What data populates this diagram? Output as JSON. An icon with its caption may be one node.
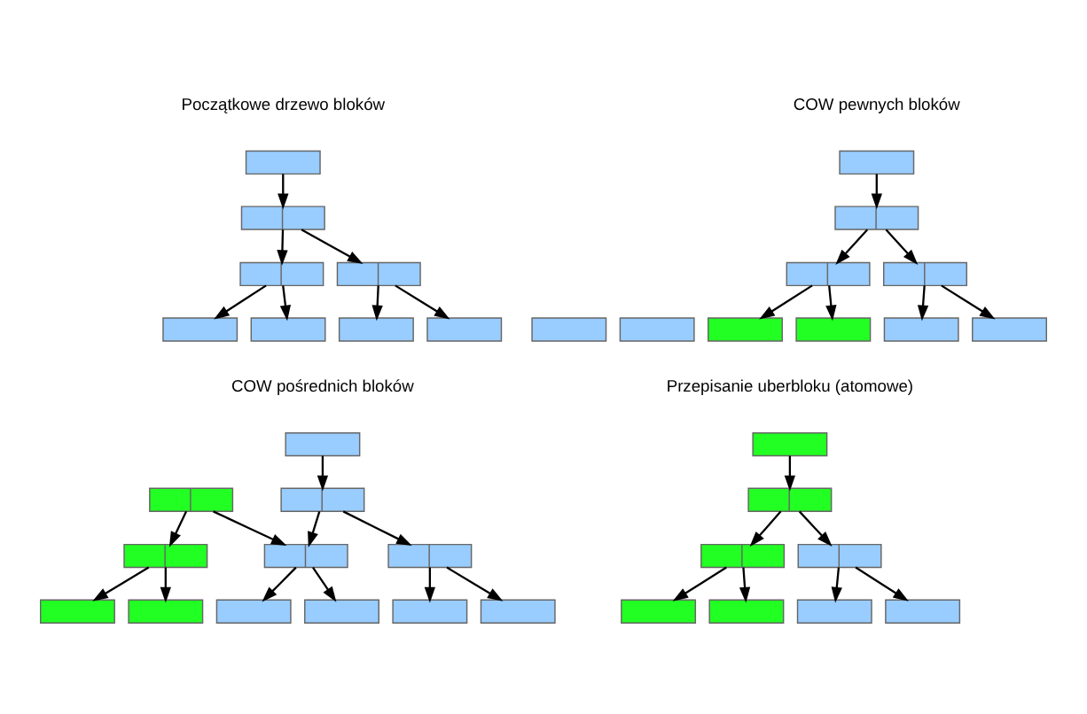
{
  "diagram": {
    "nodes": [
      {
        "text": [],
        "shape": "box"
      },
      {
        "text": [],
        "shape": "box"
      },
      {
        "text": [],
        "shape": "box"
      },
      {
        "text": [],
        "shape": "box"
      },
      {
        "text": [],
        "shape": "box"
      },
      {
        "text": [],
        "shape": "box"
      },
      {
        "text": [],
        "shape": "box"
      },
      {
        "text": [],
        "shape": "box"
      },
      {
        "text": [],
        "shape": "box"
      },
      {
        "text": [],
        "shape": "box"
      },
      {
        "text": [],
        "shape": "box"
      },
      {
        "text": [],
        "shape": "box"
      },
      {
        "text": [],
        "shape": "box"
      },
      {
        "text": [],
        "shape": "box"
      },
      {
        "text": [],
        "shape": "box"
      },
      {
        "text": [],
        "shape": "box"
      },
      {
        "text": [],
        "shape": "box"
      },
      {
        "text": [],
        "shape": "box"
      },
      {
        "text": [],
        "shape": "box"
      },
      {
        "text": [],
        "shape": "box"
      },
      {
        "text": [],
        "shape": "box"
      },
      {
        "text": [],
        "shape": "box"
      },
      {
        "text": [],
        "shape": "box"
      },
      {
        "text": [],
        "shape": "box"
      },
      {
        "text": [],
        "shape": "box"
      },
      {
        "text": [],
        "shape": "box"
      },
      {
        "text": [],
        "shape": "box"
      },
      {
        "text": [],
        "shape": "box"
      },
      {
        "text": [],
        "shape": "box"
      },
      {
        "text": [],
        "shape": "box"
      },
      {
        "text": [],
        "shape": "box"
      },
      {
        "text": [],
        "shape": "box"
      },
      {
        "text": [],
        "shape": "box"
      },
      {
        "text": [],
        "shape": "box"
      },
      {
        "text": [],
        "shape": "box"
      },
      {
        "text": [],
        "shape": "box"
      },
      {
        "text": [],
        "shape": "box"
      },
      {
        "text": [],
        "shape": "box"
      }
    ],
    "edges": [
      {
        "from": 0,
        "to": 1,
        "arrow": "to"
      },
      {
        "from": 1,
        "to": 2,
        "arrow": "to"
      },
      {
        "from": 1,
        "to": 3,
        "arrow": "to"
      },
      {
        "from": 2,
        "to": 4,
        "arrow": "to"
      },
      {
        "from": 2,
        "to": 5,
        "arrow": "to"
      },
      {
        "from": 3,
        "to": 6,
        "arrow": "to"
      },
      {
        "from": 3,
        "to": 7,
        "arrow": "to"
      },
      {
        "from": 8,
        "to": 9,
        "arrow": "to"
      },
      {
        "from": 9,
        "to": 10,
        "arrow": "to"
      },
      {
        "from": 9,
        "to": 11,
        "arrow": "to"
      },
      {
        "from": 10,
        "to": 16,
        "arrow": "to"
      },
      {
        "from": 10,
        "to": 17,
        "arrow": "to"
      },
      {
        "from": 11,
        "to": 14,
        "arrow": "to"
      },
      {
        "from": 11,
        "to": 15,
        "arrow": "to"
      },
      {
        "from": 18,
        "to": 19,
        "arrow": "to"
      },
      {
        "from": 19,
        "to": 21,
        "arrow": "to"
      },
      {
        "from": 19,
        "to": 23,
        "arrow": "to"
      },
      {
        "from": 20,
        "to": 22,
        "arrow": "to"
      },
      {
        "from": 20,
        "to": 23,
        "arrow": "to"
      },
      {
        "from": 21,
        "to": 24,
        "arrow": "to"
      },
      {
        "from": 21,
        "to": 25,
        "arrow": "to"
      },
      {
        "from": 22,
        "to": 28,
        "arrow": "to"
      },
      {
        "from": 22,
        "to": 29,
        "arrow": "to"
      },
      {
        "from": 23,
        "to": 26,
        "arrow": "to"
      },
      {
        "from": 23,
        "to": 27,
        "arrow": "to"
      },
      {
        "from": 30,
        "to": 31,
        "arrow": "to"
      },
      {
        "from": 31,
        "to": 32,
        "arrow": "to"
      },
      {
        "from": 31,
        "to": 33,
        "arrow": "to"
      },
      {
        "from": 32,
        "to": 34,
        "arrow": "to"
      },
      {
        "from": 32,
        "to": 35,
        "arrow": "to"
      },
      {
        "from": 33,
        "to": 36,
        "arrow": "to"
      },
      {
        "from": 33,
        "to": 37,
        "arrow": "to"
      }
    ],
    "labels": [
      "Początkowe drzewo bloków",
      "COW pewnych bloków",
      "COW pośrednich bloków",
      "Przepisanie uberbloku (atomowe)"
    ]
  }
}
